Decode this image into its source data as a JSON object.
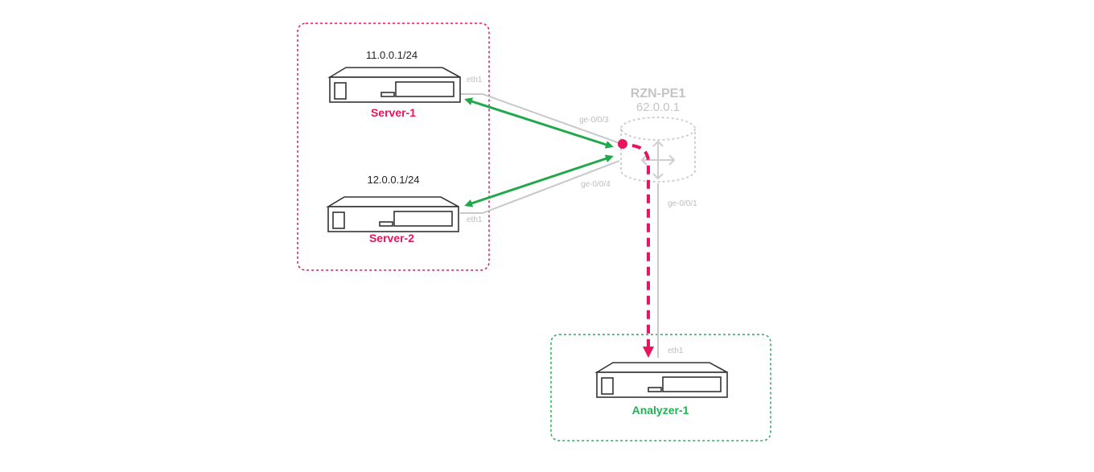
{
  "nodes": {
    "server1": {
      "label": "Server-1",
      "ip": "11.0.0.1/24",
      "port": "eth1"
    },
    "server2": {
      "label": "Server-2",
      "ip": "12.0.0.1/24",
      "port": "eth1"
    },
    "analyzer": {
      "label": "Analyzer-1",
      "port": "eth1"
    },
    "router": {
      "label": "RZN-PE1",
      "ip": "62.0.0.1",
      "ports": {
        "to_server1": "ge-0/0/3",
        "to_server2": "ge-0/0/4",
        "to_analyzer": "ge-0/0/1"
      }
    }
  },
  "colors": {
    "source_group": "#e8145e",
    "destination_group": "#21b155",
    "traffic": "#21a84a",
    "mirror": "#e8145e",
    "muted": "#bdbdbd",
    "device": "#333333"
  }
}
